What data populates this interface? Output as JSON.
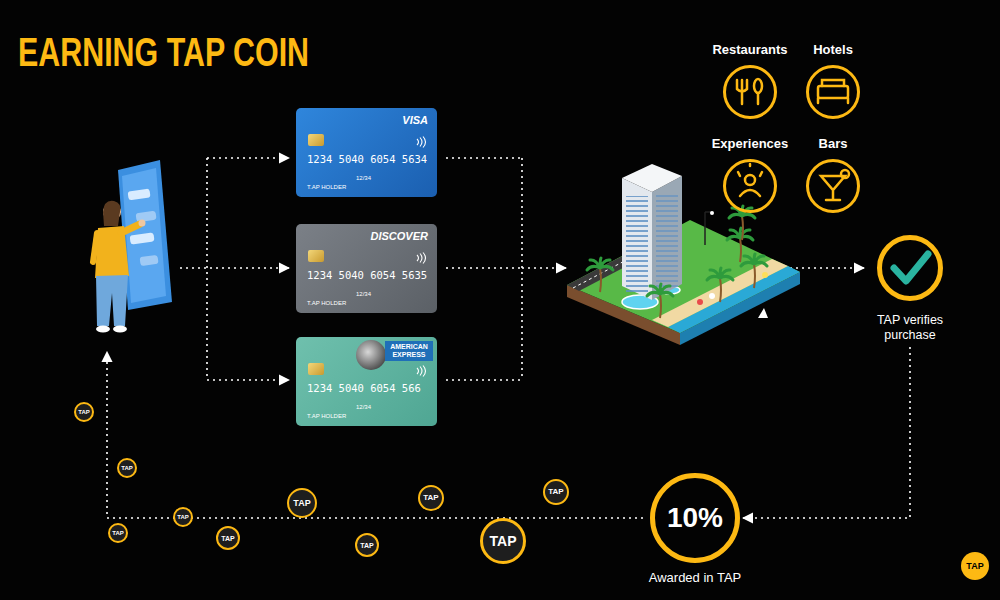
{
  "diagram": {
    "title": "EARNING TAP COIN",
    "nodes": [
      {
        "text": [
          "Restaurants"
        ]
      },
      {
        "text": [
          "Hotels"
        ]
      },
      {
        "text": [
          "Experiences"
        ]
      },
      {
        "text": [
          "Bars"
        ]
      },
      {
        "text": [
          "VISA",
          "1234 5040 6054 5634",
          "12/34",
          "T.AP HOLDER"
        ]
      },
      {
        "text": [
          "DISCOVER",
          "1234 5040 6054 5635",
          "12/34",
          "T.AP HOLDER"
        ]
      },
      {
        "text": [
          "AMERICAN EXPRESS",
          "1234 5040 6054 566",
          "12/34",
          "T.AP HOLDER"
        ]
      },
      {
        "text": [
          "TAP verifies purchase"
        ]
      },
      {
        "text": [
          "10%",
          "Awarded in TAP"
        ]
      }
    ],
    "edges": [
      {
        "from": 7,
        "to": 8,
        "arrow": "to"
      }
    ],
    "labels": [
      "TAP",
      "TAP",
      "TAP",
      "TAP",
      "TAP",
      "TAP",
      "TAP",
      "TAP",
      "TAP",
      "TAP",
      "TAP"
    ]
  }
}
